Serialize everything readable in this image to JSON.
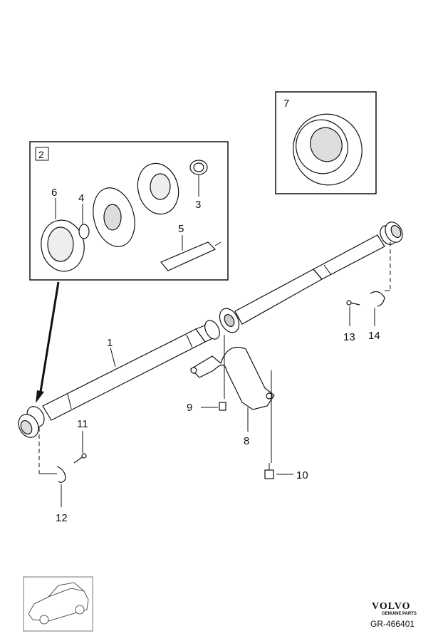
{
  "diagram": {
    "callouts": {
      "c1": "1",
      "c2": "2",
      "c3": "3",
      "c4": "4",
      "c5": "5",
      "c6": "6",
      "c7": "7",
      "c8": "8",
      "c9": "9",
      "c10": "10",
      "c11": "11",
      "c12": "12",
      "c13": "13",
      "c14": "14"
    },
    "brand": {
      "name": "VOLVO",
      "tagline": "GENUINE PARTS"
    },
    "document_id": "GR-466401"
  }
}
